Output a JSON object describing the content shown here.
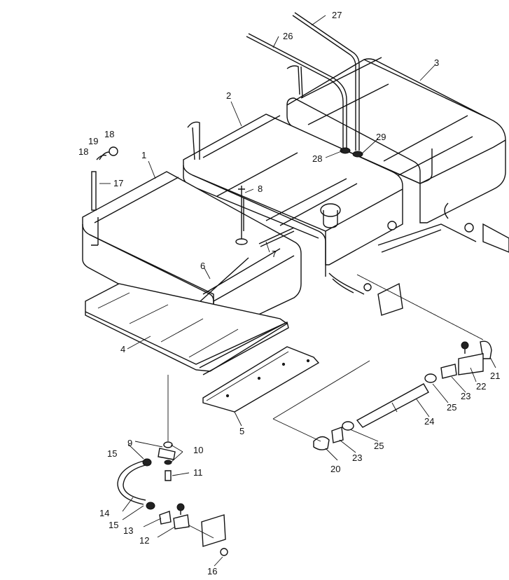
{
  "labels": {
    "l1": "1",
    "l2": "2",
    "l3": "3",
    "l4": "4",
    "l5": "5",
    "l6": "6",
    "l7": "7",
    "l8": "8",
    "l9": "9",
    "l10": "10",
    "l11": "11",
    "l12": "12",
    "l13": "13",
    "l14": "14",
    "l15a": "15",
    "l15b": "15",
    "l16": "16",
    "l17": "17",
    "l18a": "18",
    "l18b": "18",
    "l19": "19",
    "l20": "20",
    "l21": "21",
    "l22": "22",
    "l23a": "23",
    "l23b": "23",
    "l24": "24",
    "l25a": "25",
    "l25b": "25",
    "l26": "26",
    "l27": "27",
    "l28": "28",
    "l29": "29"
  }
}
